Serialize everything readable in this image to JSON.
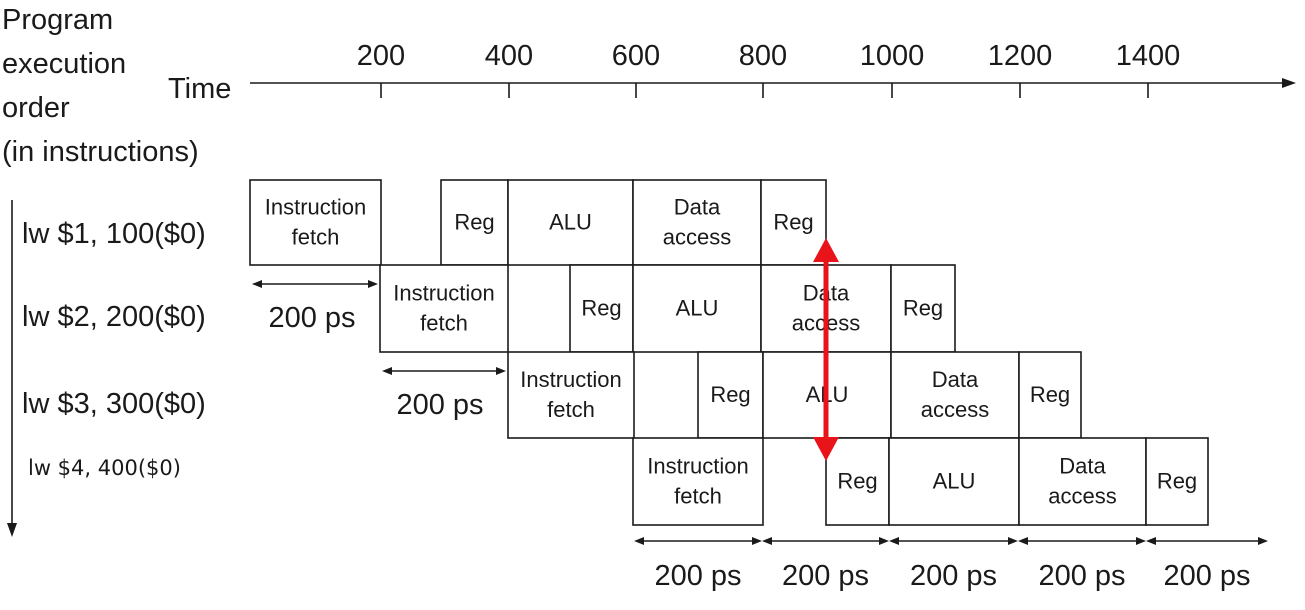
{
  "y_axis_title": [
    "Program",
    "execution",
    "order",
    "(in instructions)"
  ],
  "time_label": "Time",
  "time_ticks": [
    "200",
    "400",
    "600",
    "800",
    "1000",
    "1200",
    "1400"
  ],
  "instructions": [
    {
      "label": "lw  $1, 100($0)"
    },
    {
      "label": "lw  $2, 200($0)"
    },
    {
      "label": "lw  $3, 300($0)"
    },
    {
      "label": "lw $4, 400($0)"
    }
  ],
  "stage_names": {
    "instruction_fetch": [
      "Instruction",
      "fetch"
    ],
    "reg": [
      "Reg"
    ],
    "alu": [
      "ALU"
    ],
    "data_access": [
      "Data",
      "access"
    ]
  },
  "duration_label": "200 ps",
  "colors": {
    "hazard_arrow": "#e8141a",
    "ink": "#1a1a1a"
  }
}
